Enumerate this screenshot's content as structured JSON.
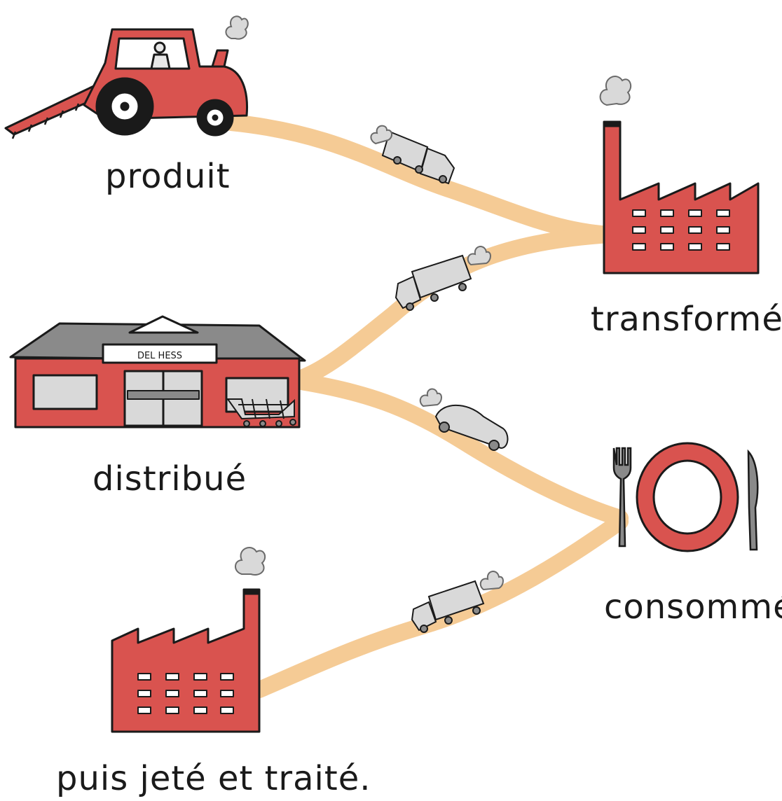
{
  "stages": {
    "produit": "produit",
    "transforme": "transformé",
    "distribue": "distribué",
    "consomme": "consommé",
    "jete": "puis jeté et traité."
  },
  "store": {
    "sign": "DEL HESS"
  },
  "colors": {
    "red": "#d9534f",
    "road": "#f5cb95",
    "gray": "#d9d9d9",
    "darkgray": "#8a8a8a",
    "outline": "#1a1a1a"
  },
  "icons": [
    "tractor-icon",
    "factory-icon",
    "store-icon",
    "plate-icon",
    "fork-icon",
    "knife-icon",
    "truck-icon",
    "car-icon",
    "smoke-icon",
    "shopping-cart-icon"
  ]
}
